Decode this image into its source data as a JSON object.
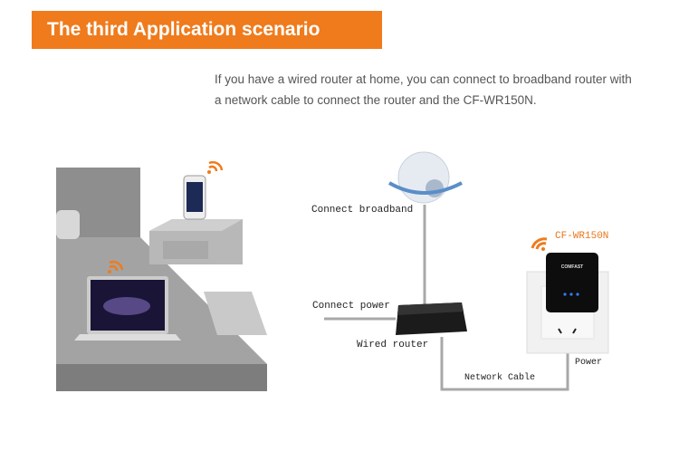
{
  "banner": {
    "title": "The third Application scenario"
  },
  "description": {
    "line1": "If you have a wired router at home, you can connect to broadband router with",
    "line2": "a network cable to connect the router and the CF-WR150N."
  },
  "diagram": {
    "connect_broadband": "Connect broadband",
    "connect_power": "Connect power",
    "wired_router": "Wired router",
    "network_cable": "Network Cable",
    "power": "Power",
    "device_model": "CF-WR150N",
    "device_brand": "COMFAST"
  },
  "colors": {
    "accent": "#ef7b1c",
    "cable": "#a8a8a8"
  }
}
